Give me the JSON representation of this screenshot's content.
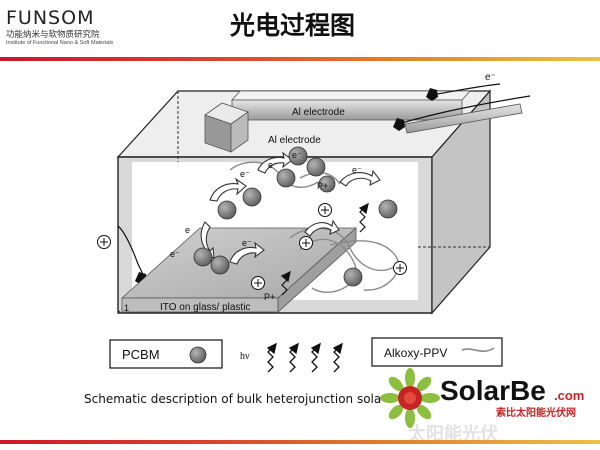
{
  "logo": {
    "name": "FUNSOM",
    "name_cn": "功能纳米与软物质研究院",
    "name_en": "Institute of Functional Nano & Soft Materials"
  },
  "title": "光电过程图",
  "diagram": {
    "al_electrode_top": "Al electrode",
    "al_electrode_mid": "Al electrode",
    "ito_label": "ITO on glass/ plastic",
    "electron": "e⁻",
    "electron_plain": "e",
    "hole": "P+",
    "corner_number": "1",
    "legend": {
      "pcbm": "PCBM",
      "hv": "hν",
      "ppv": "Alkoxy-PPV"
    }
  },
  "caption": "Schematic description of bulk heterojunction sola",
  "watermark": {
    "brand": "SolarBe",
    "brand_com": ".com",
    "brand_cn": "索比太阳能光伏网",
    "faded_text": "太阳能光伏"
  },
  "colors": {
    "accent_red": "#c8192b",
    "accent_orange": "#e07f2c",
    "accent_yellow": "#eec04a"
  }
}
